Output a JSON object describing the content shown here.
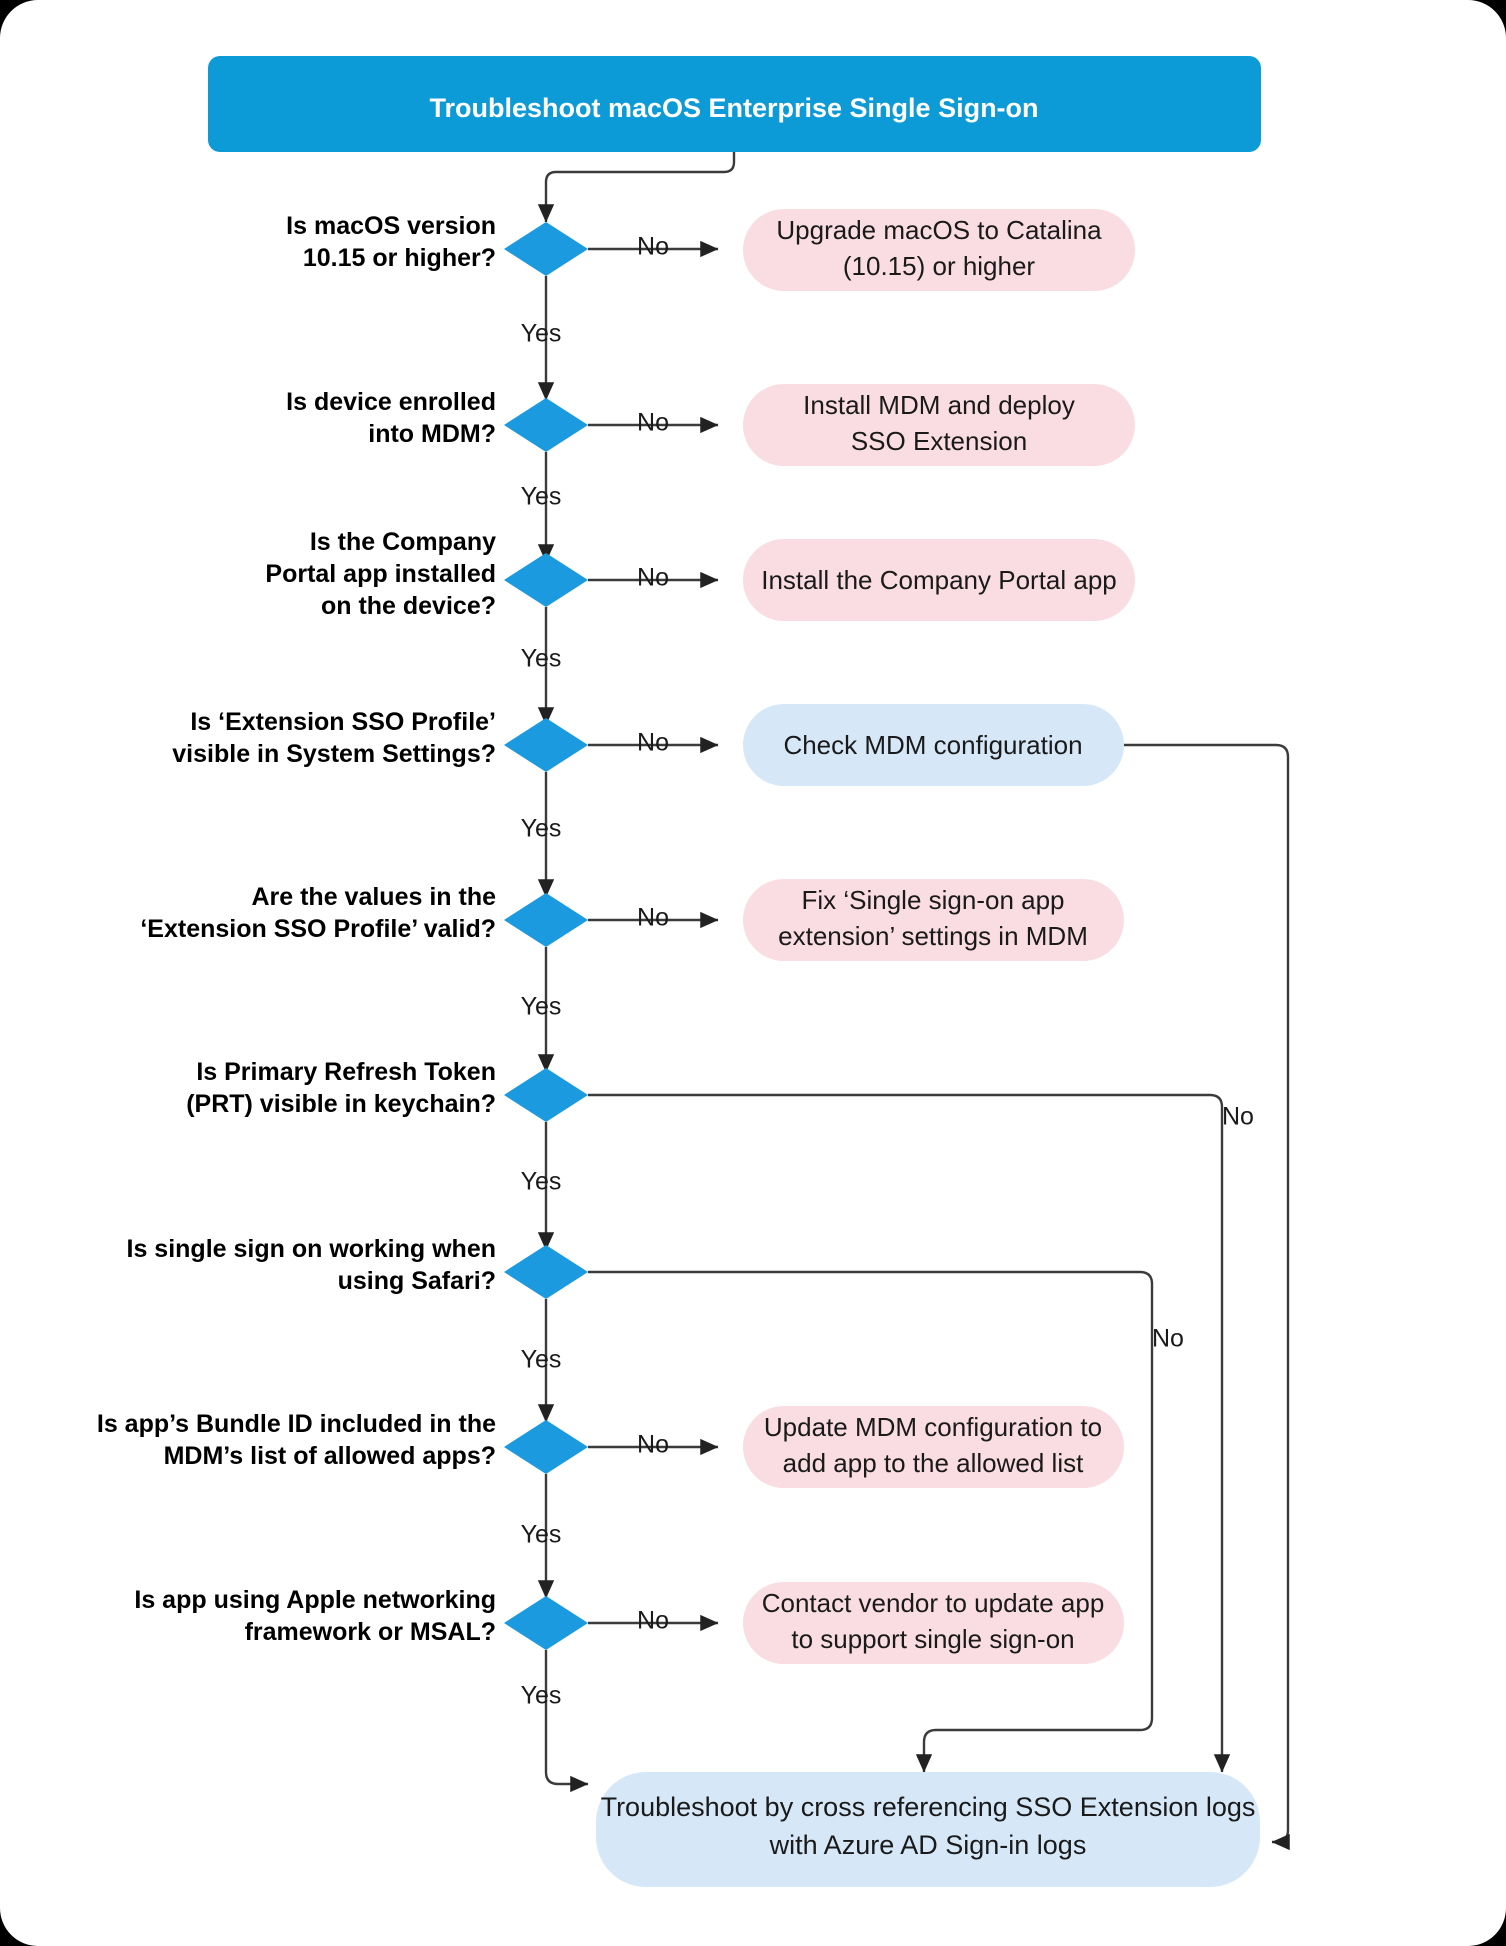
{
  "diagram": {
    "title": "Troubleshoot macOS Enterprise Single Sign-on",
    "type": "flowchart",
    "colors": {
      "title_bar": "#0d9bd7",
      "decision": "#1b9ae0",
      "action_pink": "#f9dde2",
      "action_blue": "#d6e7f7",
      "edge": "#3b3b3b",
      "page_background": "#ffffff",
      "canvas_background": "#000000"
    },
    "labels": {
      "yes": "Yes",
      "no": "No"
    },
    "decisions": [
      {
        "id": "d1",
        "line1": "Is macOS version",
        "line2": "10.15 or higher?"
      },
      {
        "id": "d2",
        "line1": "Is device enrolled",
        "line2": "into MDM?"
      },
      {
        "id": "d3",
        "line1": "Is the Company",
        "line2": "Portal app installed",
        "line3": "on the device?"
      },
      {
        "id": "d4",
        "line1": "Is ‘Extension SSO Profile’",
        "line2": "visible in System Settings?"
      },
      {
        "id": "d5",
        "line1": "Are the values in the",
        "line2": "‘Extension SSO Profile’ valid?"
      },
      {
        "id": "d6",
        "line1": "Is Primary Refresh Token",
        "line2": "(PRT) visible in keychain?"
      },
      {
        "id": "d7",
        "line1": "Is single sign on working when",
        "line2": "using Safari?"
      },
      {
        "id": "d8",
        "line1": "Is app’s Bundle ID included in the",
        "line2": "MDM’s list of allowed apps?"
      },
      {
        "id": "d9",
        "line1": "Is app using Apple networking",
        "line2": "framework or MSAL?"
      }
    ],
    "actions": [
      {
        "id": "a1",
        "kind": "pink",
        "line1": "Upgrade macOS to Catalina",
        "line2": "(10.15) or higher"
      },
      {
        "id": "a2",
        "kind": "pink",
        "line1": "Install MDM and deploy",
        "line2": "SSO Extension"
      },
      {
        "id": "a3",
        "kind": "pink",
        "line1": "Install the Company Portal app",
        "line2": ""
      },
      {
        "id": "a4",
        "kind": "blue",
        "line1": "Check MDM configuration",
        "line2": ""
      },
      {
        "id": "a5",
        "kind": "pink",
        "line1": "Fix ‘Single sign-on app",
        "line2": "extension’ settings in MDM"
      },
      {
        "id": "a6",
        "kind": "pink",
        "line1": "Update MDM configuration to",
        "line2": "add app to the allowed list"
      },
      {
        "id": "a7",
        "kind": "pink",
        "line1": "Contact vendor to update app",
        "line2": "to support single sign-on"
      }
    ],
    "terminal": {
      "id": "t1",
      "kind": "blue",
      "line1": "Troubleshoot by cross referencing SSO Extension logs",
      "line2": "with Azure AD Sign-in logs"
    },
    "edge_labels": [
      {
        "id": "e1no",
        "text": "No"
      },
      {
        "id": "e1yes",
        "text": "Yes"
      },
      {
        "id": "e2no",
        "text": "No"
      },
      {
        "id": "e2yes",
        "text": "Yes"
      },
      {
        "id": "e3no",
        "text": "No"
      },
      {
        "id": "e3yes",
        "text": "Yes"
      },
      {
        "id": "e4no",
        "text": "No"
      },
      {
        "id": "e4yes",
        "text": "Yes"
      },
      {
        "id": "e5no",
        "text": "No"
      },
      {
        "id": "e5yes",
        "text": "Yes"
      },
      {
        "id": "e6no",
        "text": "No"
      },
      {
        "id": "e6yes",
        "text": "Yes"
      },
      {
        "id": "e7no",
        "text": "No"
      },
      {
        "id": "e7yes",
        "text": "Yes"
      },
      {
        "id": "e8no",
        "text": "No"
      },
      {
        "id": "e8yes",
        "text": "Yes"
      },
      {
        "id": "e9no",
        "text": "No"
      },
      {
        "id": "e9yes",
        "text": "Yes"
      }
    ]
  }
}
